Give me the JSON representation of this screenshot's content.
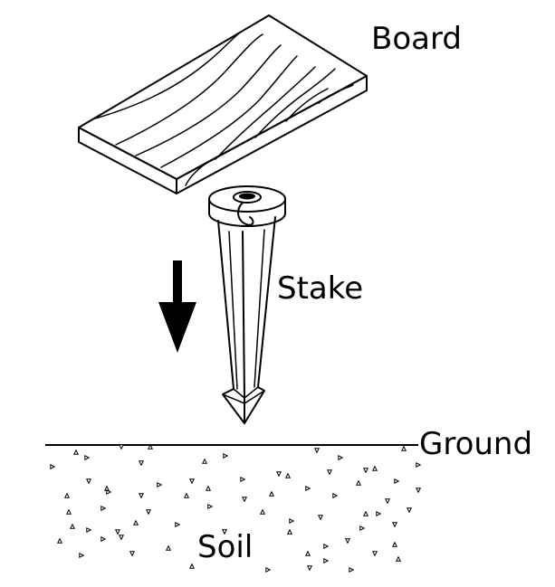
{
  "labels": {
    "board": "Board",
    "stake": "Stake",
    "ground": "Ground",
    "soil": "Soil"
  },
  "icons": {
    "arrow": "down-arrow-icon"
  },
  "colors": {
    "line": "#000000",
    "background": "#ffffff"
  }
}
